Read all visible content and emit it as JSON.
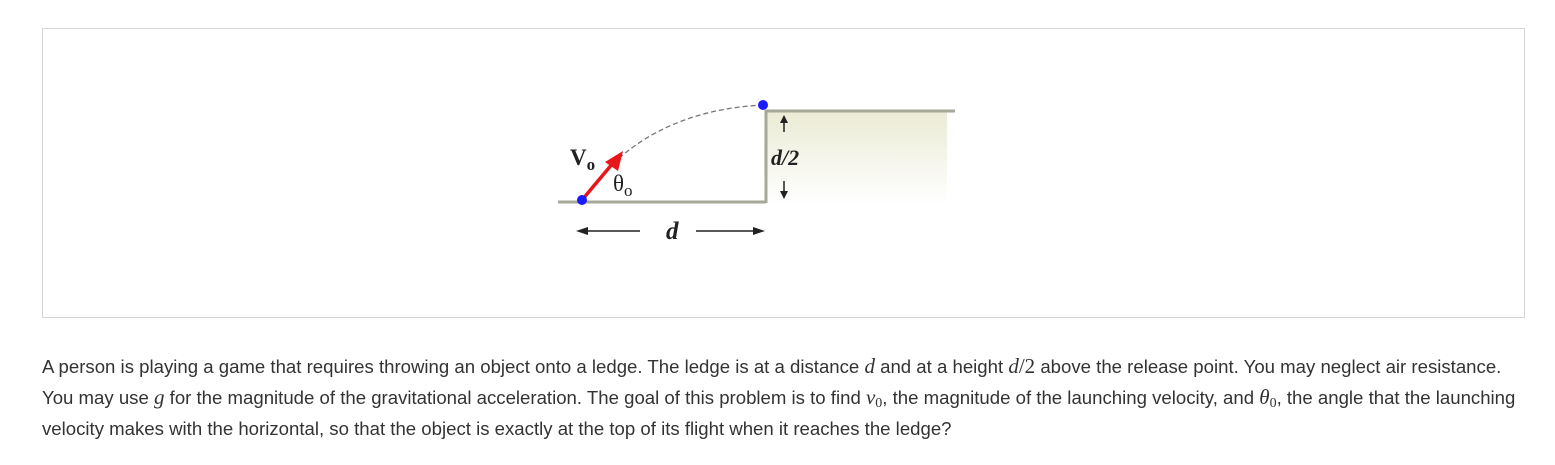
{
  "diagram": {
    "v_label": "V",
    "v_sub": "o",
    "theta_label": "θ",
    "theta_sub": "o",
    "distance_label": "d",
    "height_label": "d/2",
    "colors": {
      "velocity_arrow": "#e8161b",
      "point": "#1a1aff",
      "ground": "#a6a89a",
      "ledge_fill": "#eeeedc",
      "trajectory": "#777777"
    }
  },
  "question": {
    "p1": "A person is playing a game that requires throwing an object onto a ledge. The ledge is at a distance ",
    "var_d": "d",
    "p2": " and at a height ",
    "var_d2": "d",
    "frac": "/2",
    "p3": " above the release point. You may neglect air resistance. You may use ",
    "var_g": "g",
    "p4": " for the magnitude of the gravitational acceleration. The goal of this problem is to find ",
    "var_v": "v",
    "sub_v": "0",
    "p5": ", the magnitude of the launching velocity, and ",
    "var_theta": "θ",
    "sub_theta": "0",
    "p6": ", the angle that the launching velocity makes with the horizontal, so that the object is exactly at the top of its flight when it reaches the ledge?"
  }
}
